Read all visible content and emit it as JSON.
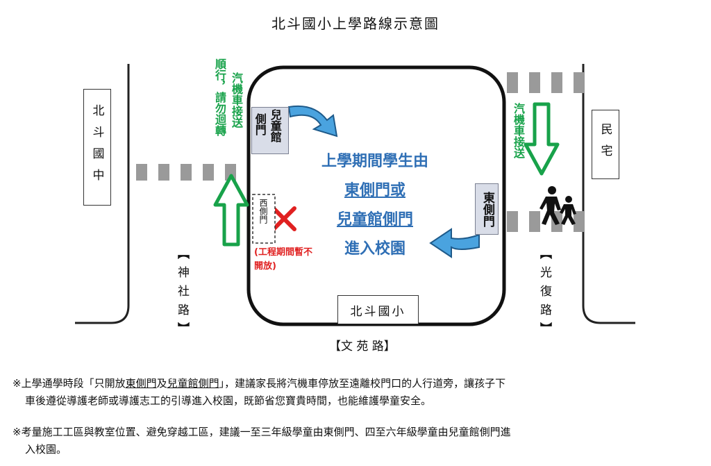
{
  "title": "北斗國小上學路線示意圖",
  "places": {
    "beidou_junior_high": "北斗國中",
    "residence": "民宅",
    "school_name": "北斗國小"
  },
  "roads": {
    "shenshe": "神社路",
    "guangfu": "光復路",
    "wenyuan": "【文 苑 路】"
  },
  "gates": {
    "childrens_hall_label": "兒童館",
    "side_gate_label": "側門",
    "west_gate": "西側門",
    "west_gate_note": "(工程期間暫不開放)",
    "east_gate": "東側門"
  },
  "center_text": {
    "line1": "上學期間學生由",
    "line2": "東側門或",
    "line3": "兒童館側門",
    "line4": "進入校園"
  },
  "green_notes": {
    "left": "順行，請勿迴轉",
    "left_col2": "汽機車接送",
    "right": "汽機車接送"
  },
  "footnotes": {
    "note1_a": "※上學通學時段「只開放",
    "note1_east": "東側門",
    "note1_and": "及",
    "note1_hall": "兒童館側門",
    "note1_b": "」，建議家長將汽機車停放至遠離校門口的人行道旁，讓孩子下",
    "note1_c": "車後遵從導護老師或導護志工的引導進入校園，既節省您寶貴時間，也能維護學童安全。",
    "note2_a": "※考量施工工區與教室位置、避免穿越工區，建議一至三年級學童由東側門、四至六年級學童由兒童館側門進",
    "note2_b": "入校園。"
  },
  "colors": {
    "green": "#18a24a",
    "blue": "#2f6fb5",
    "red_x": "#e02020",
    "arrow_blue": "#4aa3df",
    "crosswalk": "#9a9a9a"
  }
}
